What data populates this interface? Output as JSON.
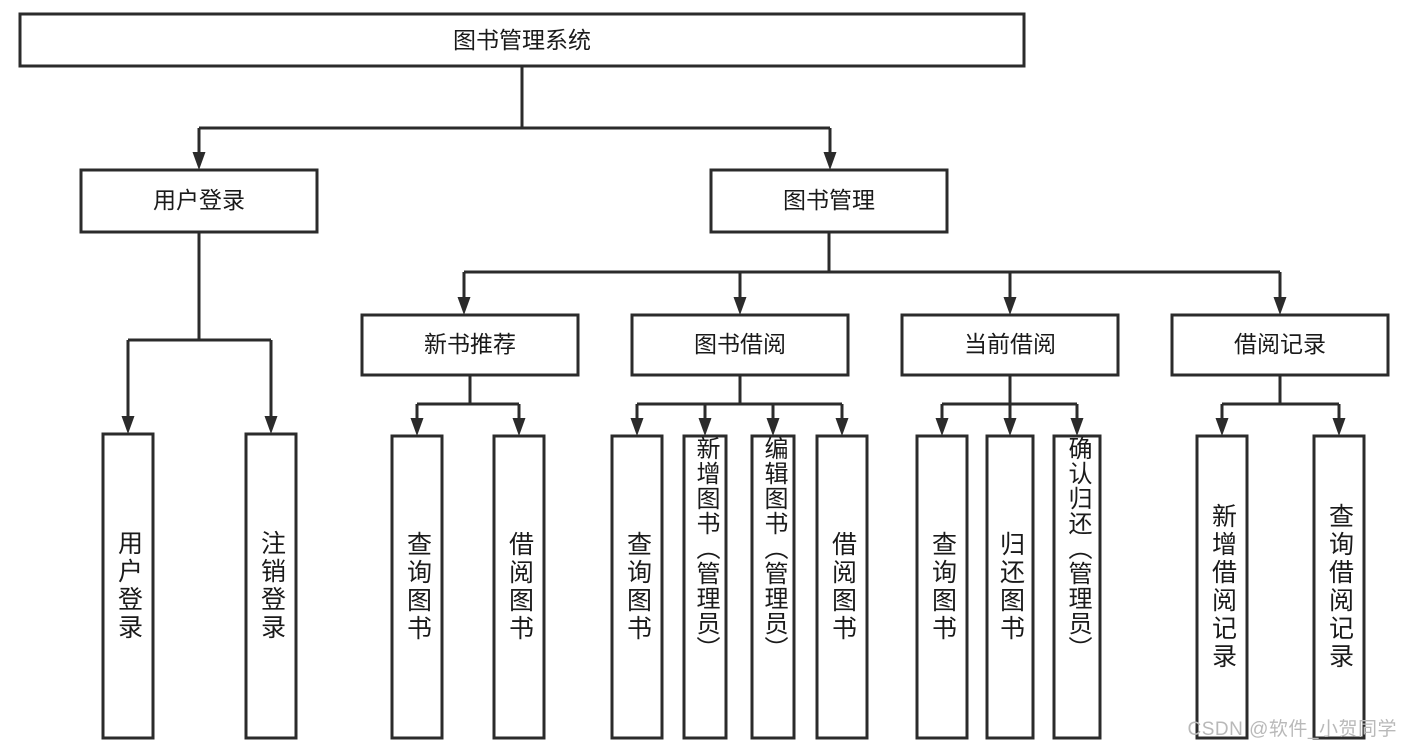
{
  "diagram": {
    "title": "图书管理系统",
    "type": "tree-hierarchy",
    "root": {
      "id": "root",
      "label": "图书管理系统"
    },
    "level2": [
      {
        "id": "user-login",
        "label": "用户登录"
      },
      {
        "id": "book-manage",
        "label": "图书管理"
      }
    ],
    "level3": [
      {
        "id": "new-book-recommend",
        "label": "新书推荐",
        "parent": "book-manage"
      },
      {
        "id": "book-borrow",
        "label": "图书借阅",
        "parent": "book-manage"
      },
      {
        "id": "current-borrow",
        "label": "当前借阅",
        "parent": "book-manage"
      },
      {
        "id": "borrow-record",
        "label": "借阅记录",
        "parent": "book-manage"
      }
    ],
    "leaves": [
      {
        "id": "leaf-user-login",
        "label": "用户登录",
        "parent": "user-login"
      },
      {
        "id": "leaf-logout",
        "label": "注销登录",
        "parent": "user-login"
      },
      {
        "id": "leaf-query-book-1",
        "label": "查询图书",
        "parent": "new-book-recommend"
      },
      {
        "id": "leaf-borrow-book-1",
        "label": "借阅图书",
        "parent": "new-book-recommend"
      },
      {
        "id": "leaf-query-book-2",
        "label": "查询图书",
        "parent": "book-borrow"
      },
      {
        "id": "leaf-add-book",
        "label": "新增图书（管理员）",
        "parent": "book-borrow"
      },
      {
        "id": "leaf-edit-book",
        "label": "编辑图书（管理员）",
        "parent": "book-borrow"
      },
      {
        "id": "leaf-borrow-book-2",
        "label": "借阅图书",
        "parent": "book-borrow"
      },
      {
        "id": "leaf-query-book-3",
        "label": "查询图书",
        "parent": "current-borrow"
      },
      {
        "id": "leaf-return-book",
        "label": "归还图书",
        "parent": "current-borrow"
      },
      {
        "id": "leaf-confirm-return",
        "label": "确认归还（管理员）",
        "parent": "current-borrow"
      },
      {
        "id": "leaf-add-record",
        "label": "新增借阅记录",
        "parent": "borrow-record"
      },
      {
        "id": "leaf-query-record",
        "label": "查询借阅记录",
        "parent": "borrow-record"
      }
    ],
    "watermark": "CSDN @软件_小贺同学",
    "colors": {
      "box_stroke": "#2b2b2b",
      "box_fill": "#ffffff",
      "text": "#1a1a1a",
      "background": "#ffffff",
      "watermark": "#b9b9b9"
    }
  }
}
